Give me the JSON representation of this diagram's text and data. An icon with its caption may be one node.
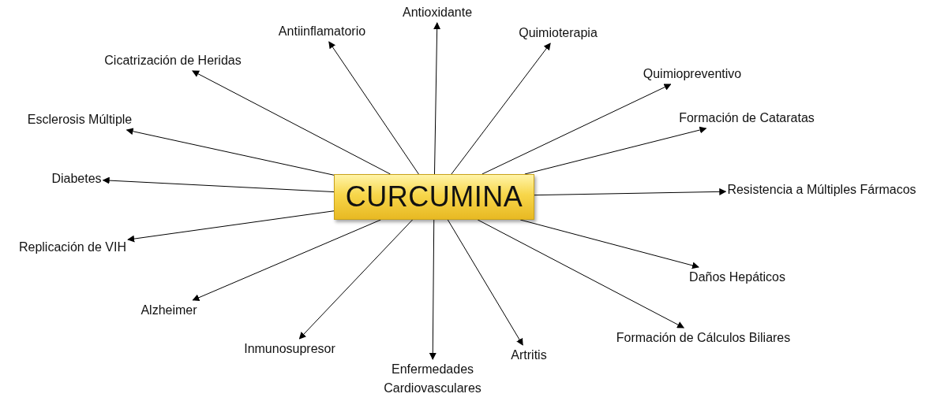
{
  "diagram": {
    "nodes": [
      {
        "text": [
          "CURCUMINA"
        ]
      },
      {
        "text": [
          "Antioxidante"
        ]
      },
      {
        "text": [
          "Antiinflamatorio"
        ]
      },
      {
        "text": [
          "Quimioterapia"
        ]
      },
      {
        "text": [
          "Cicatrización de Heridas"
        ]
      },
      {
        "text": [
          "Quimiopreventivo"
        ]
      },
      {
        "text": [
          "Esclerosis Múltiple"
        ]
      },
      {
        "text": [
          "Formación de Cataratas"
        ]
      },
      {
        "text": [
          "Diabetes"
        ]
      },
      {
        "text": [
          "Resistencia a Múltiples Fármacos"
        ]
      },
      {
        "text": [
          "Replicación de VIH"
        ]
      },
      {
        "text": [
          "Daños Hepáticos"
        ]
      },
      {
        "text": [
          "Alzheimer"
        ]
      },
      {
        "text": [
          "Inmunosupresor"
        ]
      },
      {
        "text": [
          "Formación de Cálculos Biliares"
        ]
      },
      {
        "text": [
          "Artritis"
        ]
      },
      {
        "text": [
          "Enfermedades Cardiovasculares"
        ]
      }
    ],
    "edges": [
      {
        "from": 0,
        "to": 1,
        "arrow": "to"
      },
      {
        "from": 0,
        "to": 2,
        "arrow": "to"
      },
      {
        "from": 0,
        "to": 3,
        "arrow": "to"
      },
      {
        "from": 0,
        "to": 4,
        "arrow": "to"
      },
      {
        "from": 0,
        "to": 5,
        "arrow": "to"
      },
      {
        "from": 0,
        "to": 6,
        "arrow": "to"
      },
      {
        "from": 0,
        "to": 7,
        "arrow": "to"
      },
      {
        "from": 0,
        "to": 8,
        "arrow": "to"
      },
      {
        "from": 0,
        "to": 9,
        "arrow": "to"
      },
      {
        "from": 0,
        "to": 10,
        "arrow": "to"
      },
      {
        "from": 0,
        "to": 11,
        "arrow": "to"
      },
      {
        "from": 0,
        "to": 12,
        "arrow": "to"
      },
      {
        "from": 0,
        "to": 13,
        "arrow": "to"
      },
      {
        "from": 0,
        "to": 14,
        "arrow": "to"
      },
      {
        "from": 0,
        "to": 15,
        "arrow": "to"
      },
      {
        "from": 0,
        "to": 16,
        "arrow": "to"
      }
    ]
  }
}
